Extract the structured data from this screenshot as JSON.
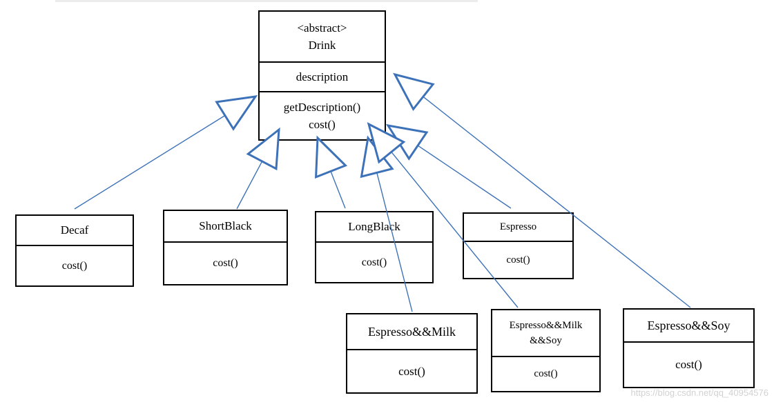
{
  "classes": {
    "drink": {
      "stereotype": "<abstract>",
      "name": "Drink",
      "fields": [
        "description"
      ],
      "methods": [
        "getDescription()",
        "cost()"
      ]
    },
    "decaf": {
      "name": "Decaf",
      "method": "cost()"
    },
    "short_black": {
      "name": "ShortBlack",
      "method": "cost()"
    },
    "long_black": {
      "name": "LongBlack",
      "method": "cost()"
    },
    "espresso": {
      "name": "Espresso",
      "method": "cost()"
    },
    "espresso_milk": {
      "name": "Espresso&&Milk",
      "method": "cost()"
    },
    "espresso_milk_soy": {
      "name_line1": "Espresso&&Milk",
      "name_line2": "&&Soy",
      "method": "cost()"
    },
    "espresso_soy": {
      "name": "Espresso&&Soy",
      "method": "cost()"
    }
  },
  "inheritance": [
    {
      "from": "decaf",
      "to": "drink"
    },
    {
      "from": "short_black",
      "to": "drink"
    },
    {
      "from": "long_black",
      "to": "drink"
    },
    {
      "from": "espresso",
      "to": "drink"
    },
    {
      "from": "espresso_milk",
      "to": "drink"
    },
    {
      "from": "espresso_milk_soy",
      "to": "drink"
    },
    {
      "from": "espresso_soy",
      "to": "drink"
    }
  ],
  "colors": {
    "line": "#3d72b8",
    "border": "#000000"
  },
  "watermark": "https://blog.csdn.net/qq_40954576"
}
